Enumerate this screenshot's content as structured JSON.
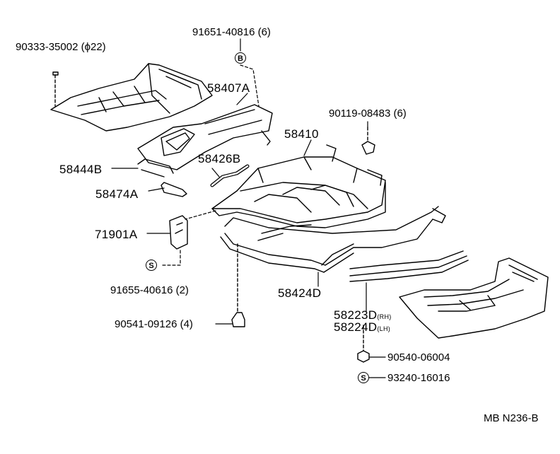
{
  "labels": {
    "p90333": "90333-35002 (ϕ22)",
    "p91651": "91651-40816 (6)",
    "p58407A": "58407A",
    "p90119": "90119-08483 (6)",
    "p58410": "58410",
    "p58444B": "58444B",
    "p58426B": "58426B",
    "p58474A": "58474A",
    "p71901A": "71901A",
    "p91655": "91655-40616 (2)",
    "p58424D": "58424D",
    "p58223D": "58223D",
    "rh": "(RH)",
    "p58224D": "58224D",
    "lh": "(LH)",
    "p90541": "90541-09126 (4)",
    "p90540": "90540-06004",
    "p93240": "93240-16016",
    "code": "MB N236-B"
  },
  "markers": {
    "b": "B",
    "s1": "S",
    "s2": "S"
  }
}
